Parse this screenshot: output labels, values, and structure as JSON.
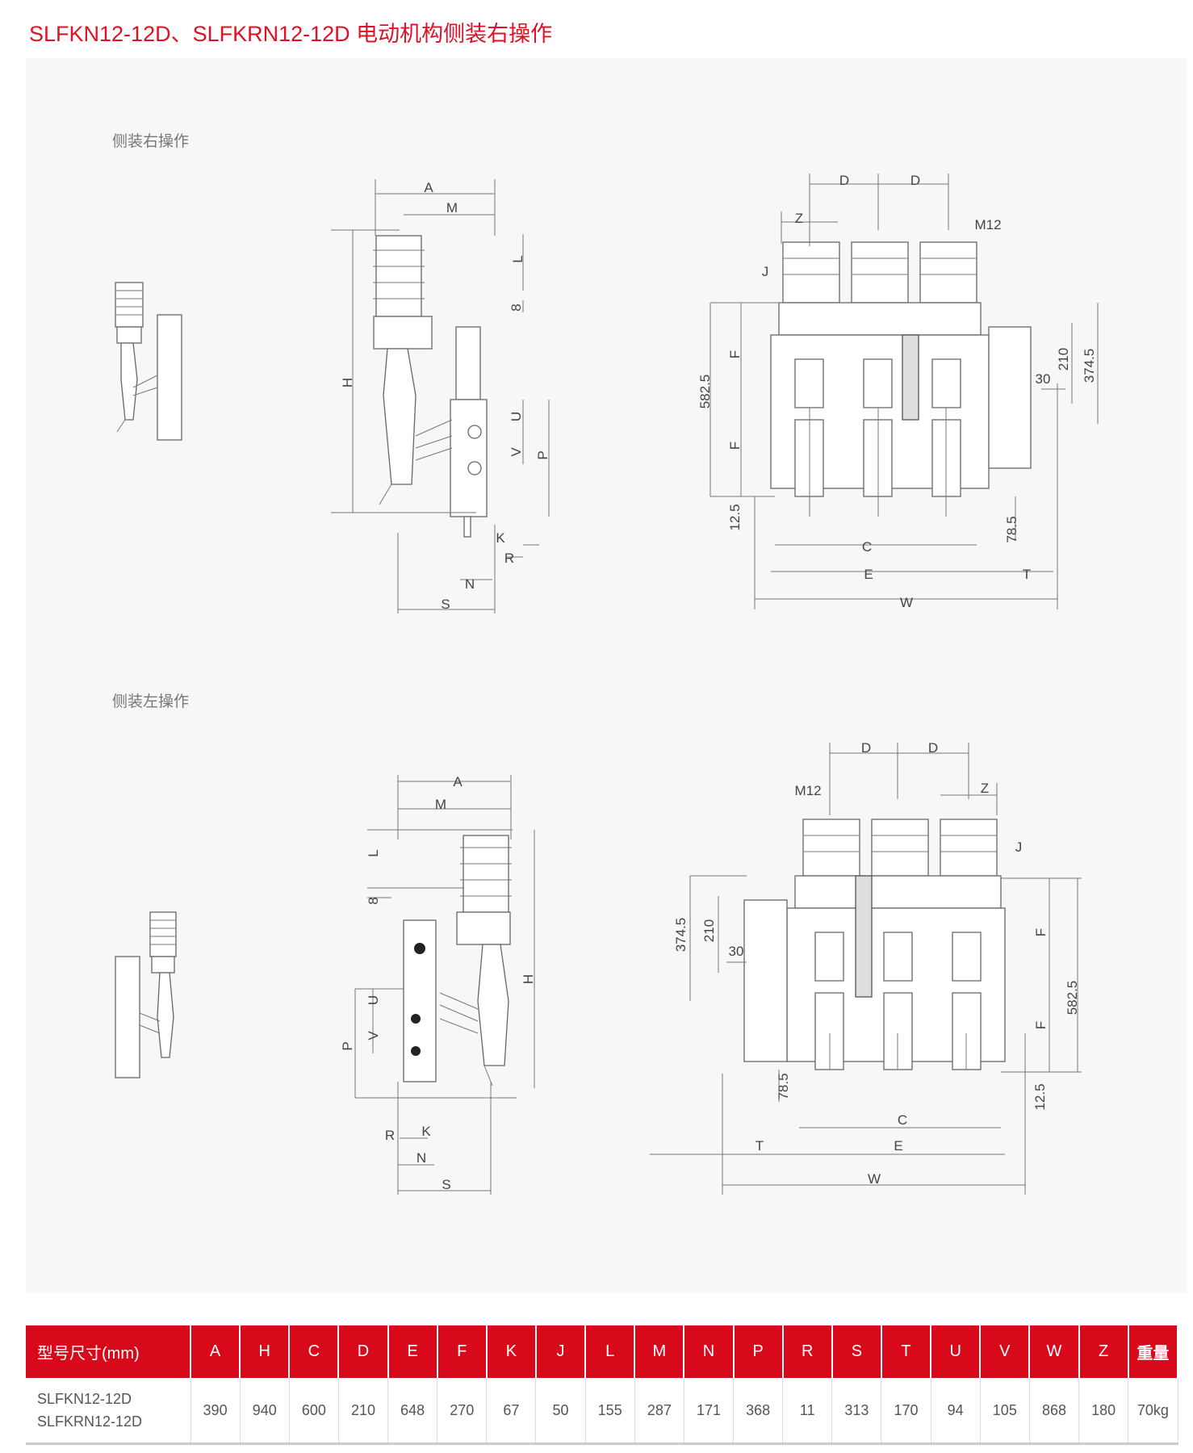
{
  "title": "SLFKN12-12D、SLFKRN12-12D 电动机构侧装右操作",
  "sections": [
    {
      "label": "侧装右操作",
      "side_dims": [
        "A",
        "M",
        "L",
        "8",
        "H",
        "U",
        "V",
        "P",
        "K",
        "R",
        "N",
        "S"
      ],
      "front_dims": [
        "D",
        "D",
        "Z",
        "M12",
        "J",
        "582.5",
        "F",
        "F",
        "210",
        "374.5",
        "30",
        "12.5",
        "78.5",
        "C",
        "E",
        "T",
        "W"
      ]
    },
    {
      "label": "侧装左操作",
      "side_dims": [
        "A",
        "M",
        "L",
        "8",
        "H",
        "U",
        "V",
        "P",
        "R",
        "K",
        "N",
        "S"
      ],
      "front_dims": [
        "D",
        "D",
        "Z",
        "M12",
        "J",
        "374.5",
        "210",
        "30",
        "F",
        "F",
        "582.5",
        "78.5",
        "12.5",
        "C",
        "E",
        "T",
        "W"
      ]
    }
  ],
  "table": {
    "headers": [
      "型号尺寸(mm)",
      "A",
      "H",
      "C",
      "D",
      "E",
      "F",
      "K",
      "J",
      "L",
      "M",
      "N",
      "P",
      "R",
      "S",
      "T",
      "U",
      "V",
      "W",
      "Z",
      "重量"
    ],
    "models": [
      "SLFKN12-12D",
      "SLFKRN12-12D"
    ],
    "values": [
      "390",
      "940",
      "600",
      "210",
      "648",
      "270",
      "67",
      "50",
      "155",
      "287",
      "171",
      "368",
      "11",
      "313",
      "170",
      "94",
      "105",
      "868",
      "180",
      "70kg"
    ]
  },
  "colors": {
    "accent": "#d9091c",
    "panel": "#f8f7f8"
  }
}
